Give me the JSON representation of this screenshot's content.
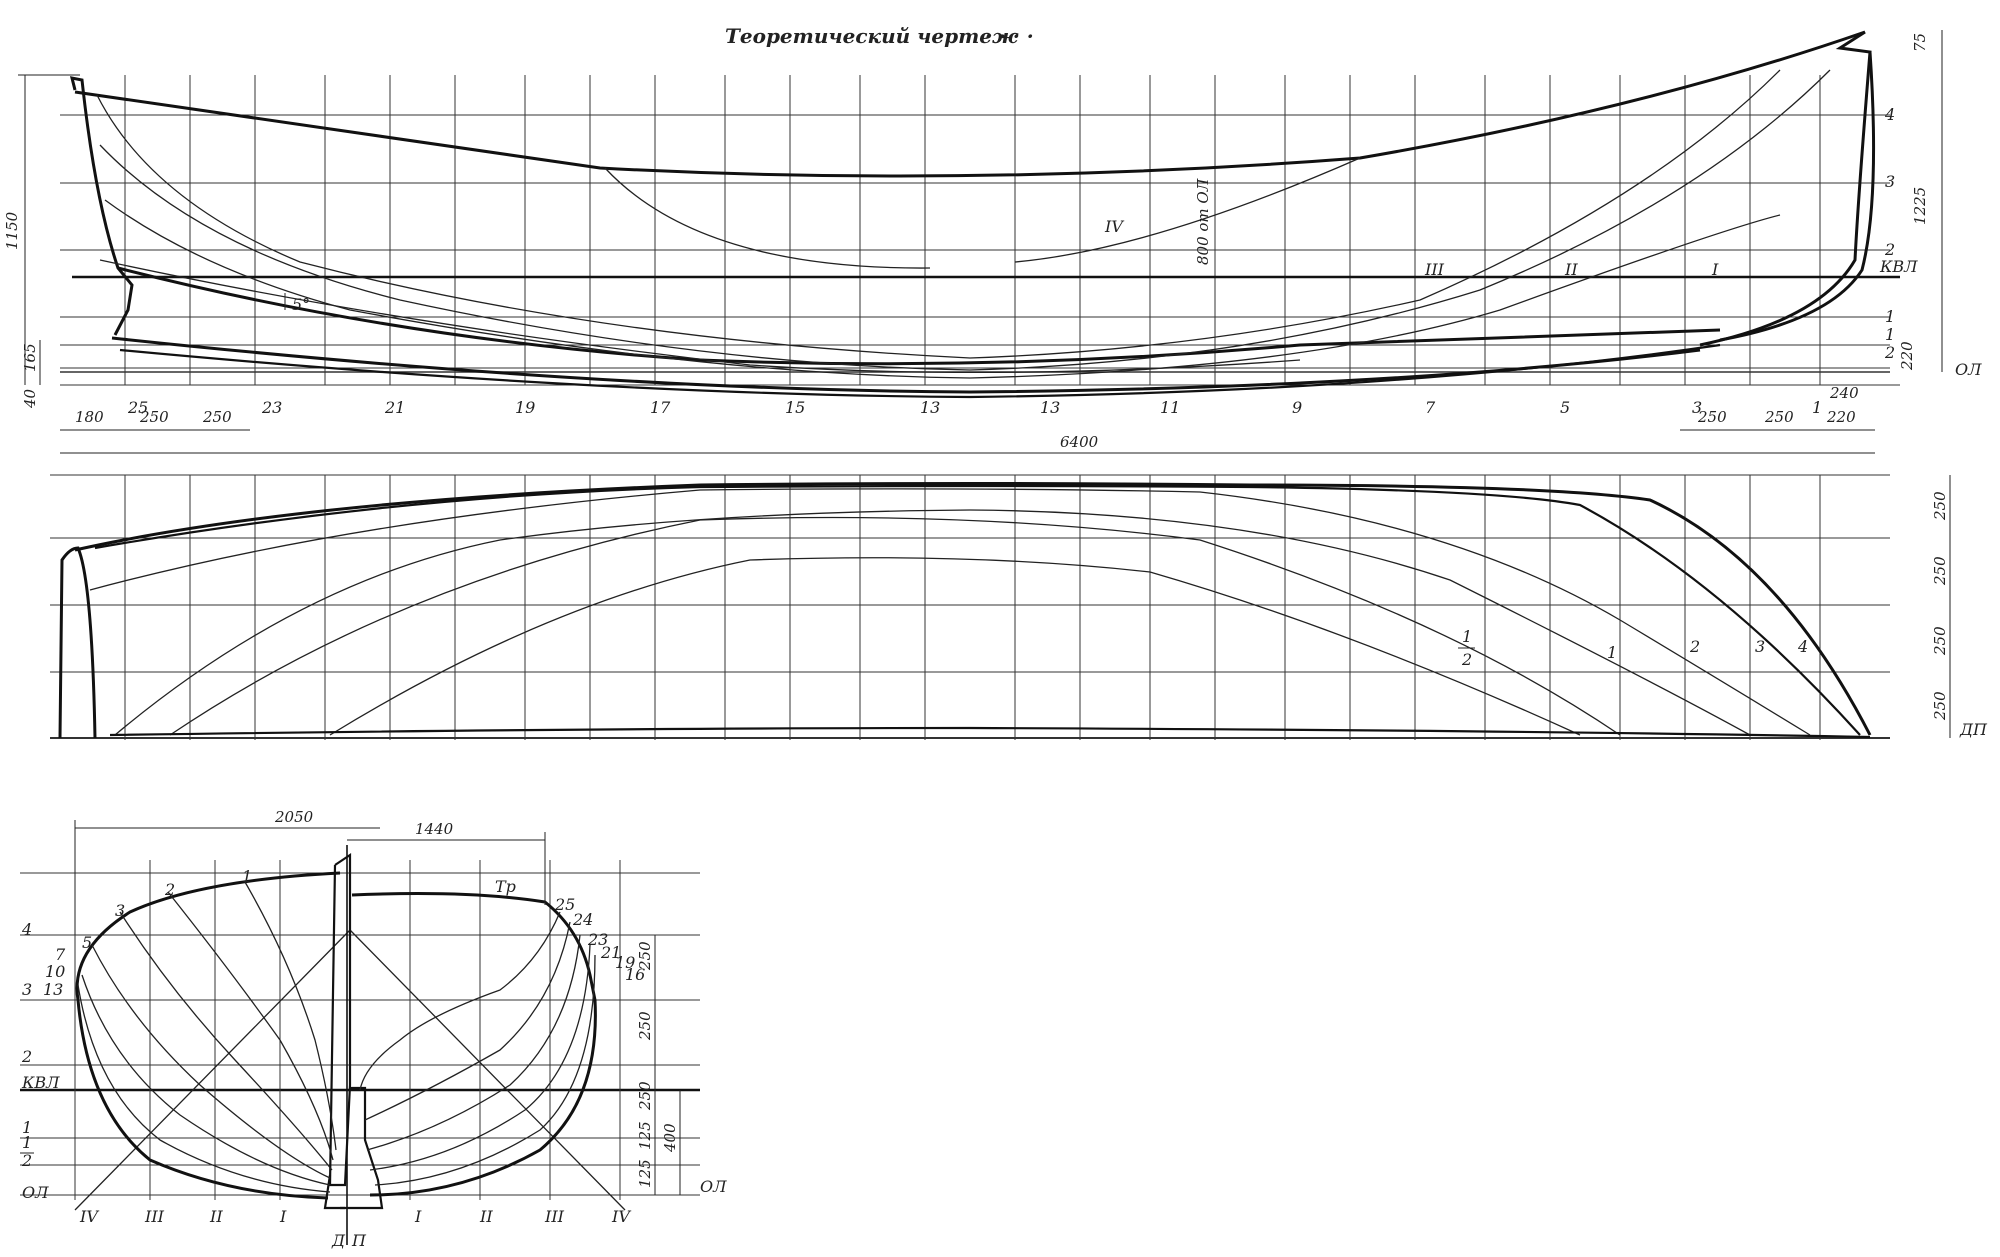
{
  "title": "Теоретический чертеж",
  "profile": {
    "station_labels": [
      "25",
      "23",
      "21",
      "19",
      "17",
      "15",
      "13",
      "13",
      "11",
      "9",
      "7",
      "5",
      "3",
      "1"
    ],
    "waterline_labels_right": [
      "4",
      "3",
      "2",
      "КВЛ",
      "1",
      "1",
      "2",
      "ОЛ"
    ],
    "buttock_labels": [
      "IV",
      "III",
      "II",
      "I"
    ],
    "annotations": {
      "ol_note": "800 от ОЛ",
      "angle": "5°"
    },
    "dims": {
      "overall_height": "1150",
      "bottom_offset": "165",
      "keel": "40",
      "stern_180": "180",
      "stern_250a": "250",
      "stern_250b": "250",
      "length": "6400",
      "bow_240": "240",
      "bow_250a": "250",
      "bow_250b": "250",
      "bow_220a": "220",
      "r_75": "75",
      "r_1225": "1225",
      "r_220": "220"
    }
  },
  "plan": {
    "waterline_labels": [
      "1/2",
      "1",
      "2",
      "3",
      "4"
    ],
    "half_num": "1",
    "half_den": "2",
    "dims": [
      "250",
      "250",
      "250",
      "250"
    ],
    "dp_label": "ДП"
  },
  "body_plan": {
    "dims_top": {
      "width_2050": "2050",
      "width_1440": "1440"
    },
    "left_waterlines": [
      "4",
      "3",
      "2",
      "КВЛ",
      "1",
      "1/2",
      "ОЛ"
    ],
    "half_num": "1",
    "half_den": "2",
    "aft_stations": [
      "5",
      "3",
      "2",
      "1",
      "7",
      "10",
      "13"
    ],
    "fwd_stations": [
      "Тр",
      "25",
      "24",
      "23",
      "21",
      "19",
      "16"
    ],
    "buttocks_bottom": [
      "IV",
      "III",
      "II",
      "I",
      "I",
      "II",
      "III",
      "IV"
    ],
    "right_dims": [
      "250",
      "250",
      "250",
      "125",
      "125",
      "400"
    ],
    "ol_right": "ОЛ",
    "dp": "Д",
    "dp2": "П"
  }
}
